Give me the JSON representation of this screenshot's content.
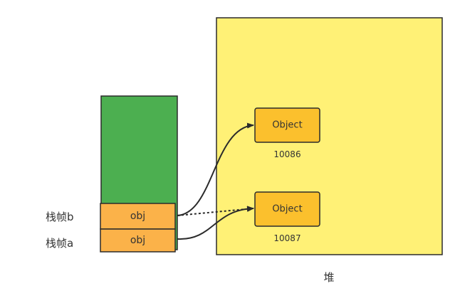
{
  "stack": {
    "frames": [
      {
        "label": "栈帧b",
        "slot": "obj"
      },
      {
        "label": "栈帧a",
        "slot": "obj"
      }
    ]
  },
  "heap": {
    "label": "堆",
    "objects": [
      {
        "name": "Object",
        "address": "10086"
      },
      {
        "name": "Object",
        "address": "10087"
      }
    ]
  },
  "colors": {
    "stack": "#4caf50",
    "frame": "#fbb249",
    "heap": "#fff176",
    "object": "#fbc02d",
    "border": "#2b2b2b"
  }
}
